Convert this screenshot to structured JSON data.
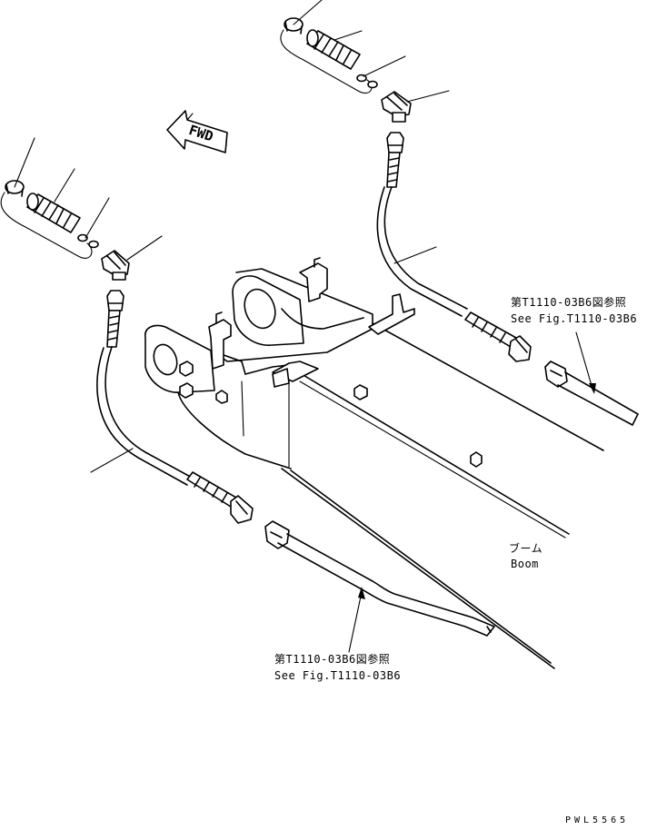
{
  "arrow": {
    "label": "FWD"
  },
  "references": [
    {
      "jp": "第T1110-03B6図参照",
      "en": "See Fig.T1110-03B6"
    },
    {
      "jp": "第T1110-03B6図参照",
      "en": "See Fig.T1110-03B6"
    }
  ],
  "boom": {
    "jp": "ブーム",
    "en": "Boom"
  },
  "drawing_code": "PWL5565"
}
